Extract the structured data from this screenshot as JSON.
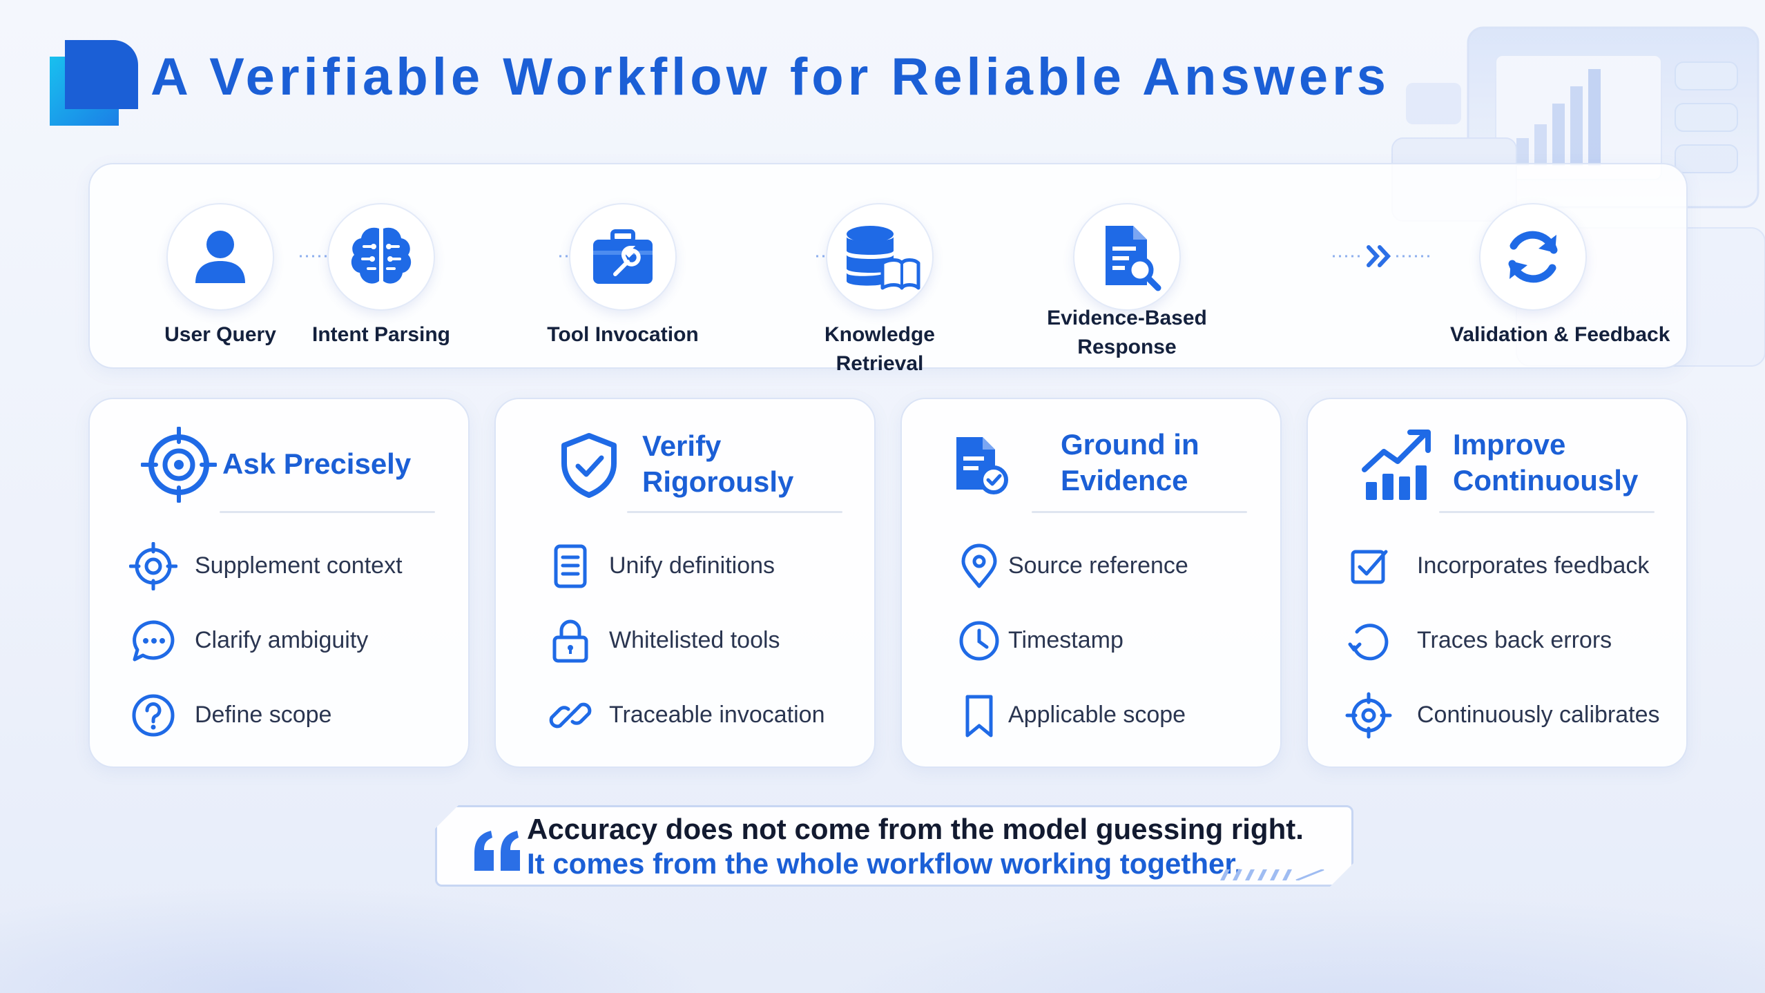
{
  "title": "A Verifiable Workflow for Reliable Answers",
  "colors": {
    "accent": "#1b5fd6",
    "icon_blue": "#1f6ae6",
    "text_dark": "#14213d"
  },
  "flow": {
    "steps": [
      {
        "label": "User Query",
        "icon": "user-icon"
      },
      {
        "label": "Intent Parsing",
        "icon": "brain-icon"
      },
      {
        "label": "Tool Invocation",
        "icon": "toolbox-icon"
      },
      {
        "label": "Knowledge Retrieval",
        "icon": "database-book-icon"
      },
      {
        "label": "Evidence-Based Response",
        "icon": "document-search-icon"
      },
      {
        "label": "Validation & Feedback",
        "icon": "refresh-icon"
      }
    ]
  },
  "cards": [
    {
      "title": "Ask Precisely",
      "icon": "target-icon",
      "items": [
        {
          "label": "Supplement context",
          "icon": "crosshair-icon"
        },
        {
          "label": "Clarify ambiguity",
          "icon": "chat-bubble-icon"
        },
        {
          "label": "Define scope",
          "icon": "question-icon"
        }
      ]
    },
    {
      "title_lines": [
        "Verify",
        "Rigorously"
      ],
      "icon": "shield-check-icon",
      "items": [
        {
          "label": "Unify definitions",
          "icon": "document-icon"
        },
        {
          "label": "Whitelisted tools",
          "icon": "lock-icon"
        },
        {
          "label": "Traceable invocation",
          "icon": "link-icon"
        }
      ]
    },
    {
      "title_lines": [
        "Ground in",
        "Evidence"
      ],
      "icon": "document-check-icon",
      "items": [
        {
          "label": "Source reference",
          "icon": "location-pin-icon"
        },
        {
          "label": "Timestamp",
          "icon": "clock-icon"
        },
        {
          "label": "Applicable scope",
          "icon": "bookmark-icon"
        }
      ]
    },
    {
      "title_lines": [
        "Improve",
        "Continuously"
      ],
      "icon": "bar-chart-up-icon",
      "items": [
        {
          "label": "Incorporates feedback",
          "icon": "checkbox-icon"
        },
        {
          "label": "Traces back errors",
          "icon": "undo-circle-icon"
        },
        {
          "label": "Continuously calibrates",
          "icon": "calibrate-icon"
        }
      ]
    }
  ],
  "quote": {
    "line1": "Accuracy does not come from the model guessing right.",
    "line2": "It comes from the whole workflow working together."
  }
}
